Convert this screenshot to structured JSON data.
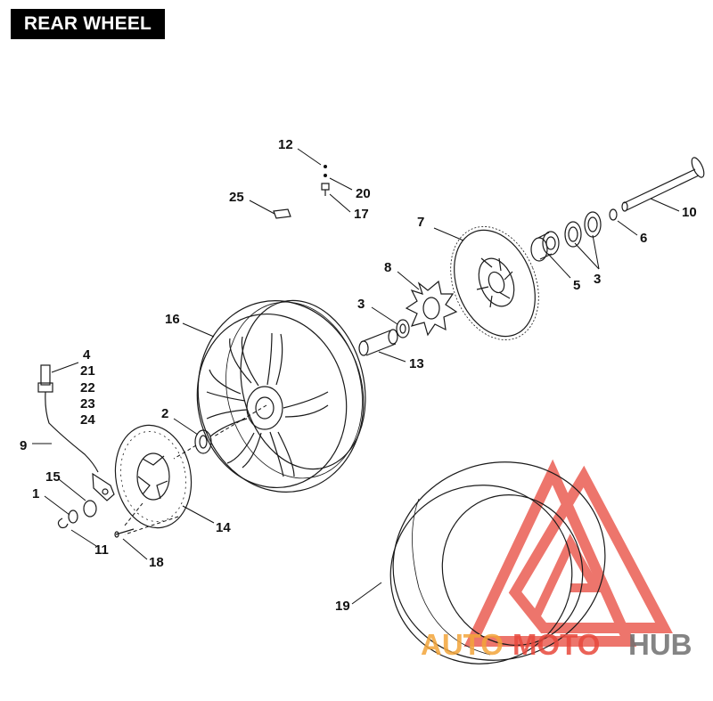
{
  "title": "REAR WHEEL",
  "callouts": [
    "12",
    "20",
    "17",
    "25",
    "7",
    "10",
    "6",
    "8",
    "3",
    "5",
    "3",
    "16",
    "13",
    "4",
    "21",
    "22",
    "23",
    "24",
    "2",
    "9",
    "15",
    "1",
    "14",
    "11",
    "18",
    "19"
  ],
  "watermark": {
    "part1": "AUTO",
    "part2": "MOTO",
    "part3": "HUB"
  },
  "colors": {
    "watermark_red": "#e8483c",
    "watermark_orange": "#f3a53a",
    "watermark_gray": "#6f6f6f"
  }
}
